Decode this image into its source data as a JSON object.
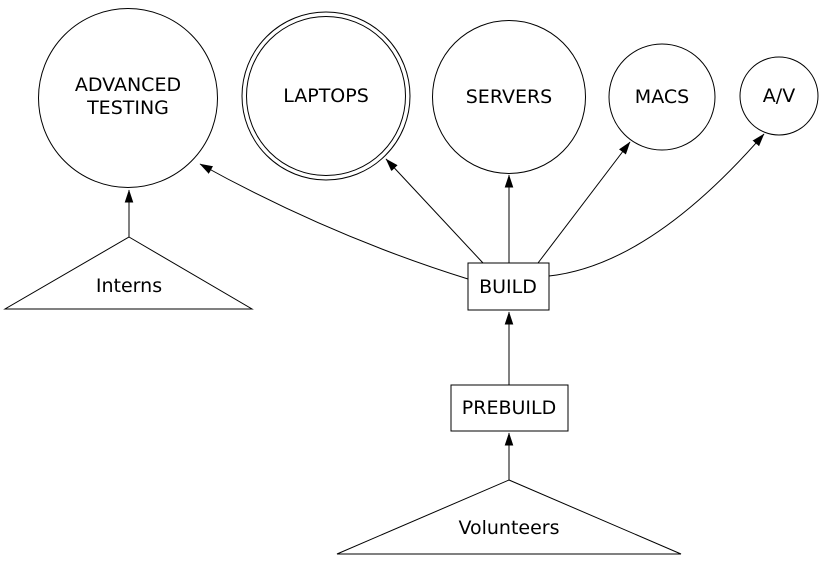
{
  "diagram": {
    "colors": {
      "background": "#ffffff",
      "stroke": "#000000",
      "text": "#000000"
    },
    "nodes": {
      "advanced_testing": {
        "label_line1": "ADVANCED",
        "label_line2": "TESTING",
        "shape": "circle"
      },
      "laptops": {
        "label": "LAPTOPS",
        "shape": "doublecircle"
      },
      "servers": {
        "label": "SERVERS",
        "shape": "circle"
      },
      "macs": {
        "label": "MACS",
        "shape": "circle"
      },
      "av": {
        "label": "A/V",
        "shape": "circle"
      },
      "build": {
        "label": "BUILD",
        "shape": "box"
      },
      "prebuild": {
        "label": "PREBUILD",
        "shape": "box"
      },
      "interns": {
        "label": "Interns",
        "shape": "triangle"
      },
      "volunteers": {
        "label": "Volunteers",
        "shape": "triangle"
      }
    },
    "edges": [
      {
        "from": "Interns",
        "to": "ADVANCED TESTING"
      },
      {
        "from": "BUILD",
        "to": "ADVANCED TESTING"
      },
      {
        "from": "BUILD",
        "to": "LAPTOPS"
      },
      {
        "from": "BUILD",
        "to": "SERVERS"
      },
      {
        "from": "BUILD",
        "to": "MACS"
      },
      {
        "from": "BUILD",
        "to": "A/V"
      },
      {
        "from": "PREBUILD",
        "to": "BUILD"
      },
      {
        "from": "Volunteers",
        "to": "PREBUILD"
      }
    ]
  }
}
